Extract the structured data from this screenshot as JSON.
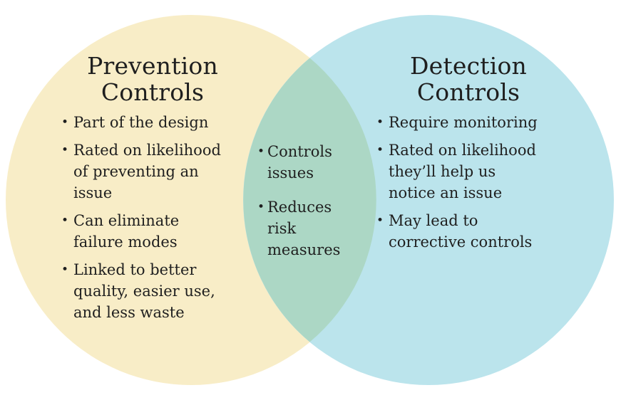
{
  "diagram": {
    "type": "venn",
    "bullet_glyph": "•",
    "colors": {
      "left_circle": "#F8EDC7",
      "right_circle": "#BBE4EC",
      "overlap": "#ACD7C5",
      "text": "#1F1F1F",
      "background": "#FFFFFF"
    },
    "left": {
      "title": "Prevention\nControls",
      "bullets": [
        {
          "text": "Part of the design"
        },
        {
          "text": "Rated on likelihood\nof preventing an\nissue"
        },
        {
          "text": "Can eliminate\nfailure modes"
        },
        {
          "text": "Linked to better\nquality, easier use,\nand less waste"
        }
      ]
    },
    "overlap": {
      "bullets": [
        {
          "text": "Controls\nissues"
        },
        {
          "text": "Reduces\nrisk\nmeasures"
        }
      ]
    },
    "right": {
      "title": "Detection\nControls",
      "bullets": [
        {
          "text": "Require monitoring"
        },
        {
          "text": "Rated on likelihood\nthey’ll help us\nnotice an issue"
        },
        {
          "text": "May lead to\ncorrective controls"
        }
      ]
    }
  }
}
